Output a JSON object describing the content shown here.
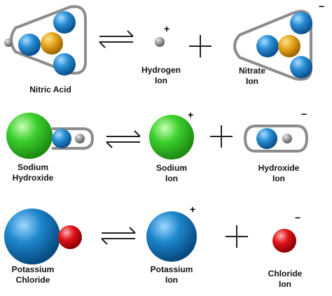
{
  "equations": [
    {
      "reactant": {
        "lines": [
          "Nitric Acid"
        ]
      },
      "product1": {
        "lines": [
          "Hydrogen",
          "Ion"
        ],
        "charge": "+"
      },
      "product2": {
        "lines": [
          "Nitrate",
          "Ion"
        ],
        "charge": "−"
      }
    },
    {
      "reactant": {
        "lines": [
          "Sodium",
          "Hydroxide"
        ]
      },
      "product1": {
        "lines": [
          "Sodium",
          "Ion"
        ],
        "charge": "+"
      },
      "product2": {
        "lines": [
          "Hydroxide",
          "Ion"
        ],
        "charge": "−"
      }
    },
    {
      "reactant": {
        "lines": [
          "Potassium",
          "Chloride"
        ]
      },
      "product1": {
        "lines": [
          "Potassium",
          "Ion"
        ],
        "charge": "+"
      },
      "product2": {
        "lines": [
          "Chloride",
          "Ion"
        ],
        "charge": "−"
      }
    }
  ],
  "colors": {
    "oxygen_blue": "#2a8fd6",
    "nitrogen_orange": "#e3a21a",
    "hydrogen_grey": "#9a9a9a",
    "sodium_green": "#3ccf2e",
    "potassium_blue": "#1c86cc",
    "chlorine_red": "#e0141a",
    "bond_outline": "#8c8c8c"
  }
}
